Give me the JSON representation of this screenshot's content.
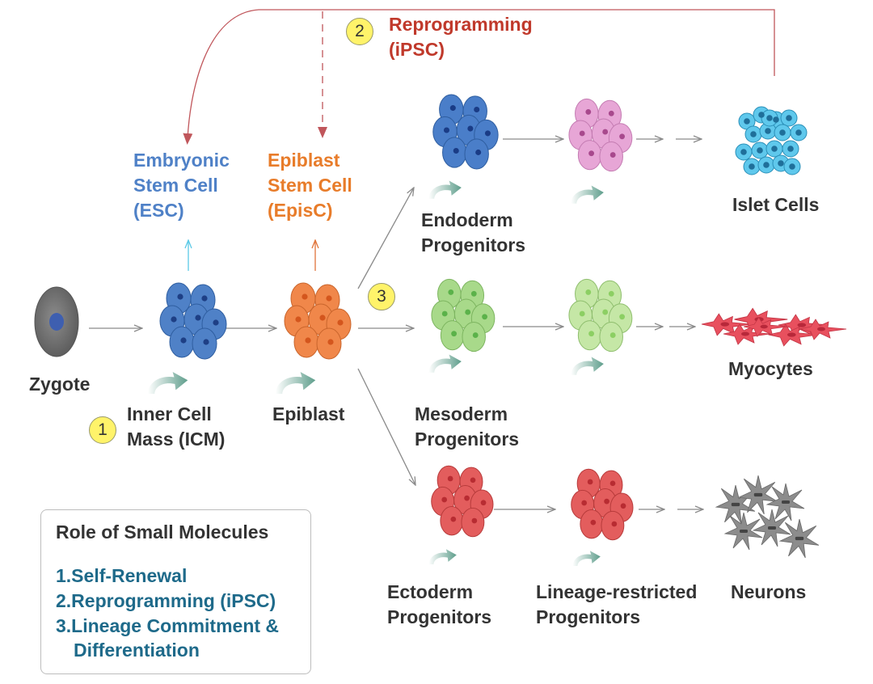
{
  "colors": {
    "blue": "#4f81c7",
    "orange": "#e87c2a",
    "red_title": "#c0392b",
    "legend_text": "#1e6a8a",
    "badge": "#fff36a",
    "endoderm": "#4a7ec9",
    "pink": "#e7a6d6",
    "green": "#a8d98a",
    "ecto": "#e35d5d",
    "islet": "#3fb8e0",
    "myocyte": "#e8505e",
    "neuron": "#8c8c8c"
  },
  "reprogramming": {
    "number": "2",
    "line1": "Reprogramming",
    "line2": "(iPSC)"
  },
  "esc": {
    "line1": "Embryonic",
    "line2": "Stem Cell",
    "line3": "(ESC)"
  },
  "episc": {
    "line1": "Epiblast",
    "line2": "Stem Cell",
    "line3": "(EpisC)"
  },
  "zygote": "Zygote",
  "icm": {
    "number": "1",
    "line1": "Inner Cell",
    "line2": "Mass (ICM)"
  },
  "epiblast": "Epiblast",
  "badge3": "3",
  "endoderm": {
    "line1": "Endoderm",
    "line2": "Progenitors"
  },
  "mesoderm": {
    "line1": "Mesoderm",
    "line2": "Progenitors"
  },
  "ectoderm": {
    "line1": "Ectoderm",
    "line2": "Progenitors"
  },
  "lineage": {
    "line1": "Lineage-restricted",
    "line2": "Progenitors"
  },
  "islet": "Islet Cells",
  "myocytes": "Myocytes",
  "neurons": "Neurons",
  "legend": {
    "title": "Role of Small Molecules",
    "items": [
      "1.Self-Renewal",
      "2.Reprogramming (iPSC)",
      "3.Lineage Commitment &",
      "Differentiation"
    ]
  }
}
